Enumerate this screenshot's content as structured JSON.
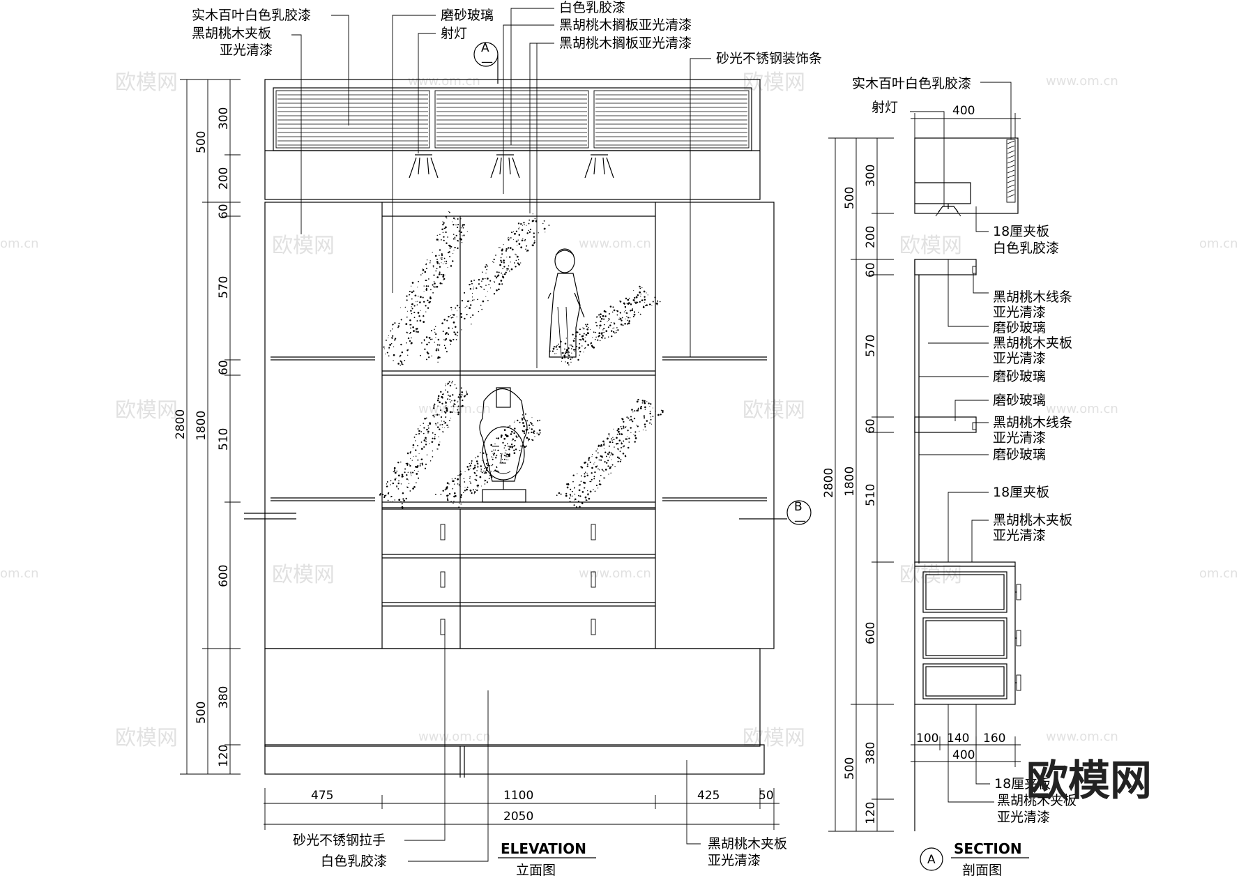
{
  "elevation": {
    "title_en": "ELEVATION",
    "title_cn": "立面图",
    "section_marker_letter": "A",
    "section_marker_sub": "—",
    "b_marker_letter": "B",
    "b_marker_sub": "—",
    "labels": {
      "louver": "实木百叶白色乳胶漆",
      "walnut_panel_1": "黑胡桃木夹板",
      "walnut_panel_2": "亚光清漆",
      "frosted_glass": "磨砂玻璃",
      "spotlight": "射灯",
      "white_latex": "白色乳胶漆",
      "walnut_shelf_1": "黑胡桃木搁板亚光清漆",
      "walnut_shelf_2": "黑胡桃木搁板亚光清漆",
      "steel_strip": "砂光不锈钢装饰条",
      "steel_handle": "砂光不锈钢拉手",
      "white_latex_bottom": "白色乳胶漆",
      "walnut_bottom_1": "黑胡桃木夹板",
      "walnut_bottom_2": "亚光清漆"
    },
    "dims_left_outer": {
      "total": "2800"
    },
    "dims_left_mid": {
      "top": "500",
      "mid": "1800",
      "bot": "500"
    },
    "dims_left_inner": [
      "300",
      "200",
      "60",
      "570",
      "60",
      "510",
      "600",
      "380",
      "120"
    ],
    "dims_bottom": [
      "475",
      "1100",
      "425",
      "50"
    ],
    "dim_bottom_total": "2050"
  },
  "section": {
    "title_en": "SECTION",
    "title_cn": "剖面图",
    "marker_letter": "A",
    "labels": {
      "louver": "实木百叶白色乳胶漆",
      "spotlight": "射灯",
      "ply18_a1": "18厘夹板",
      "ply18_a2": "白色乳胶漆",
      "walnut_line_1a": "黑胡桃木线条",
      "walnut_line_1b": "亚光清漆",
      "frosted_1": "磨砂玻璃",
      "walnut_panel_a": "黑胡桃木夹板",
      "walnut_panel_b": "亚光清漆",
      "frosted_2": "磨砂玻璃",
      "frosted_3": "磨砂玻璃",
      "walnut_line_2a": "黑胡桃木线条",
      "walnut_line_2b": "亚光清漆",
      "frosted_4": "磨砂玻璃",
      "ply18_b": "18厘夹板",
      "walnut_panel_c": "黑胡桃木夹板",
      "walnut_panel_d": "亚光清漆",
      "ply18_c": "18厘夹板",
      "walnut_panel_e": "黑胡桃木夹板",
      "walnut_panel_f": "亚光清漆"
    },
    "dim_top_width": "400",
    "dims_left_outer": {
      "total": "2800"
    },
    "dims_left_mid": {
      "top": "500",
      "mid": "1800",
      "bot": "500"
    },
    "dims_left_inner": [
      "300",
      "200",
      "60",
      "570",
      "60",
      "510",
      "600",
      "380",
      "120"
    ],
    "dims_bottom": [
      "100",
      "140",
      "160"
    ],
    "dim_bottom_total": "400"
  },
  "watermarks": {
    "site": "www.om.cn",
    "site_short": "om.cn",
    "brand": "欧模网"
  },
  "logo": "欧模网"
}
